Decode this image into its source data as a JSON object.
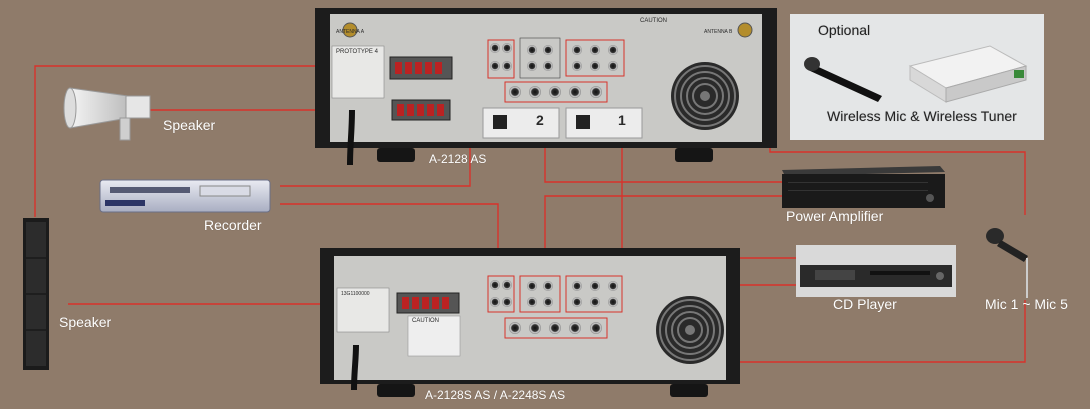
{
  "labels": {
    "speaker_top": "Speaker",
    "speaker_bottom": "Speaker",
    "recorder": "Recorder",
    "amp_top_model": "A-2128 AS",
    "amp_bottom_model": "A-2128S AS / A-2248S AS",
    "power_amplifier": "Power Amplifier",
    "cd_player": "CD Player",
    "mics": "Mic 1 ~ Mic 5",
    "optional_title": "Optional",
    "optional_caption": "Wireless Mic & Wireless Tuner"
  },
  "panel_text": {
    "top_badge": "PROTOTYPE 4",
    "top_channel_1": "1",
    "top_channel_2": "2",
    "top_caution": "CAUTION",
    "bottom_badge": "13G1100000",
    "bottom_caution": "CAUTION",
    "antenna_a": "ANTENNA A",
    "antenna_b": "ANTENNA B"
  },
  "colors": {
    "background": "#8f7b6a",
    "wire": "#d8332b",
    "panel": "#e4e6e7",
    "chassis_black": "#1c1c1c",
    "rear_panel": "#c9c9c6"
  }
}
